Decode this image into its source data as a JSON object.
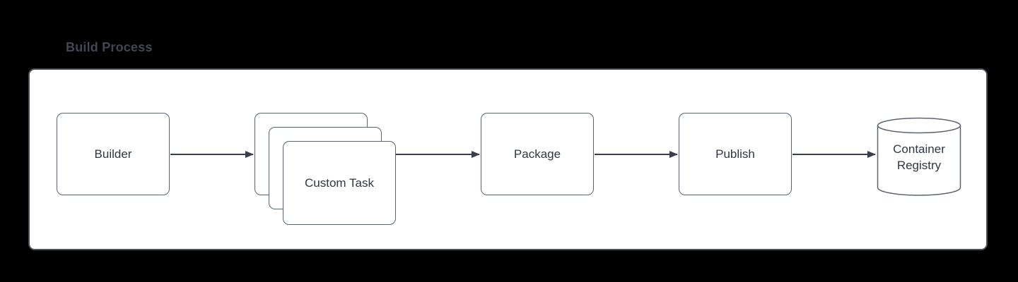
{
  "title": "Build Process",
  "nodes": {
    "builder": {
      "label": "Builder",
      "shape": "rectangle"
    },
    "custom_task": {
      "label": "Custom Task",
      "shape": "stacked-rectangles",
      "stack_count": 3
    },
    "package": {
      "label": "Package",
      "shape": "rectangle"
    },
    "publish": {
      "label": "Publish",
      "shape": "rectangle"
    },
    "container_registry": {
      "label": "Container Registry",
      "shape": "cylinder"
    }
  },
  "connections": [
    {
      "from": "builder",
      "to": "custom_task",
      "direction": "right"
    },
    {
      "from": "custom_task",
      "to": "package",
      "direction": "right"
    },
    {
      "from": "package",
      "to": "publish",
      "direction": "right"
    },
    {
      "from": "publish",
      "to": "container_registry",
      "direction": "right"
    }
  ],
  "colors": {
    "page_background": "#000000",
    "panel_background": "#ffffff",
    "panel_border": "#49515d",
    "shape_border": "#5c6470",
    "shape_fill": "#ffffff",
    "text": "#2e3744",
    "title_text": "#3f4855",
    "arrow": "#39404d"
  }
}
